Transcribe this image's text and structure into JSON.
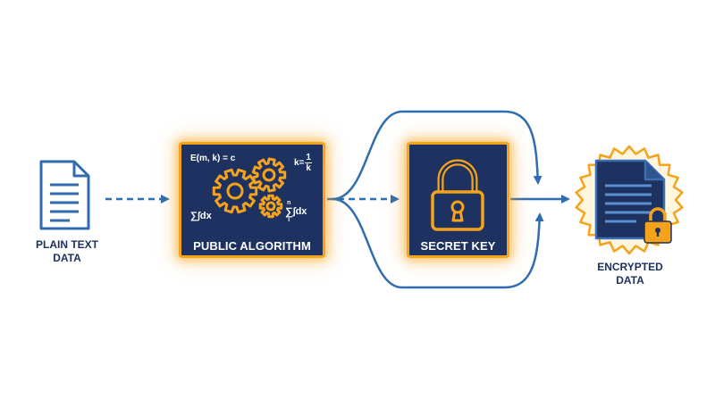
{
  "nodes": {
    "plain": {
      "line1": "PLAIN TEXT",
      "line2": "DATA"
    },
    "algorithm": {
      "label": "PUBLIC ALGORITHM"
    },
    "key": {
      "label": "SECRET KEY"
    },
    "encrypted": {
      "line1": "ENCRYPTED",
      "line2": "DATA"
    }
  },
  "formulas": {
    "encrypt": "E(m, k) = c",
    "k_prefix": "k=",
    "k_num": "1",
    "k_den": "k",
    "sum_int": "∑∫dx",
    "sum_sym": "∑",
    "sum_top": "n",
    "sum_bottom": "i",
    "int_dx": "∫dx"
  },
  "colors": {
    "navy": "#1d3260",
    "arrow_blue": "#2f6db0",
    "accent_orange": "#f6a21a",
    "background": "#ffffff"
  },
  "icons": [
    "document-icon",
    "gear-icon",
    "padlock-icon",
    "encrypted-document-icon",
    "burst-badge-icon",
    "small-padlock-icon"
  ]
}
